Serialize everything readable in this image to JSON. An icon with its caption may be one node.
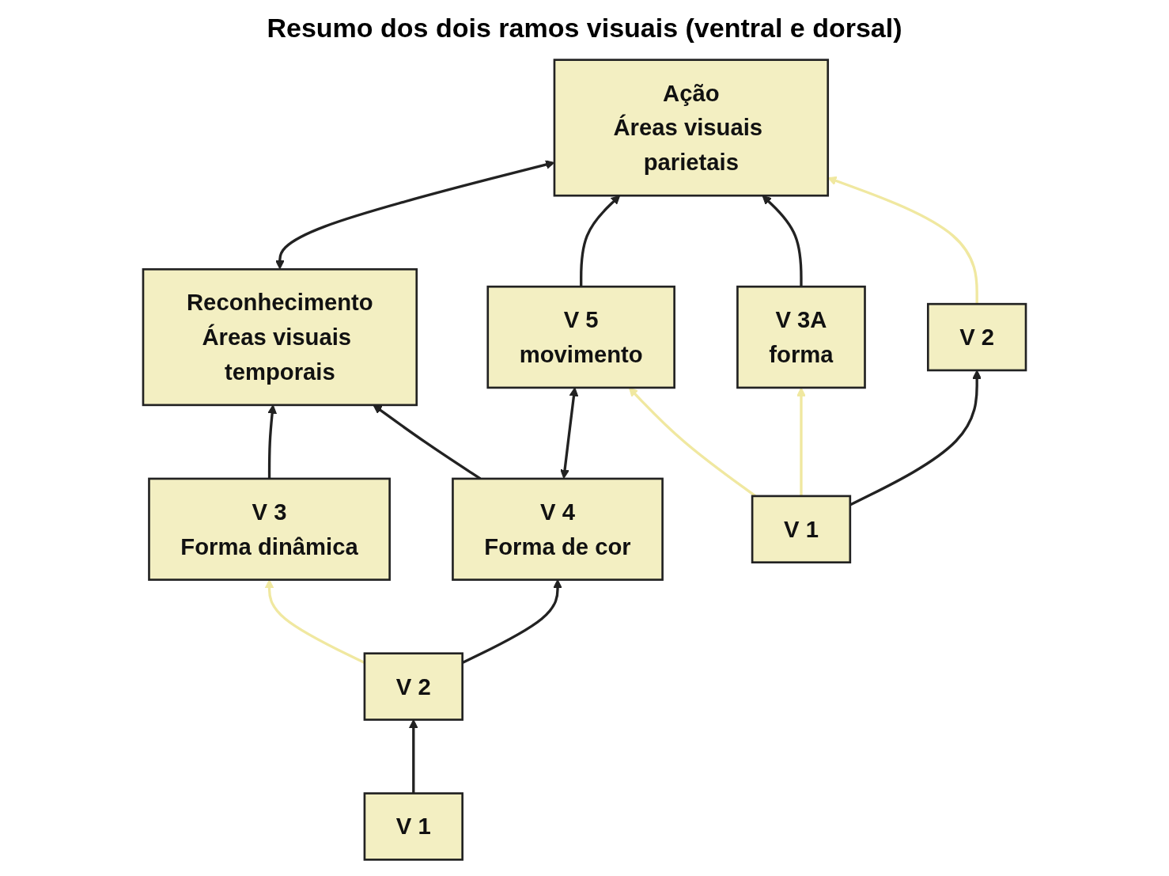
{
  "diagram": {
    "title": "Resumo dos dois ramos visuais  (ventral e dorsal)",
    "nodes": [
      {
        "text": [
          "Reconhecimento",
          "Áreas visuais temporais"
        ]
      },
      {
        "text": [
          "Ação",
          "Áreas visuais parietais"
        ]
      },
      {
        "text": [
          "V 3",
          "Forma dinâmica"
        ]
      },
      {
        "text": [
          "V 4",
          "Forma de cor"
        ]
      },
      {
        "text": [
          "V 5",
          "movimento"
        ]
      },
      {
        "text": [
          "V 3A",
          "forma"
        ]
      },
      {
        "text": [
          "V 2"
        ]
      },
      {
        "text": [
          "V 2"
        ]
      },
      {
        "text": [
          "V 1"
        ]
      },
      {
        "text": [
          "V 1"
        ]
      }
    ],
    "edges": [
      {
        "from": 0,
        "to": 1,
        "arrow": "both"
      },
      {
        "from": 2,
        "to": 0,
        "arrow": "to"
      },
      {
        "from": 3,
        "to": 0,
        "arrow": "to"
      },
      {
        "from": 4,
        "to": 1,
        "arrow": "to"
      },
      {
        "from": 5,
        "to": 1,
        "arrow": "to"
      },
      {
        "from": 3,
        "to": 4,
        "arrow": "both"
      },
      {
        "from": 6,
        "to": 3,
        "arrow": "to"
      },
      {
        "from": 8,
        "to": 6,
        "arrow": "to"
      },
      {
        "from": 9,
        "to": 7,
        "arrow": "to"
      },
      {
        "from": 6,
        "to": 2,
        "arrow": "to",
        "color": "#f0e8a0"
      },
      {
        "from": 7,
        "to": 1,
        "arrow": "to",
        "color": "#f0e8a0"
      },
      {
        "from": 9,
        "to": 4,
        "arrow": "to",
        "color": "#f0e8a0"
      },
      {
        "from": 9,
        "to": 5,
        "arrow": "to",
        "color": "#f0e8a0"
      }
    ]
  }
}
